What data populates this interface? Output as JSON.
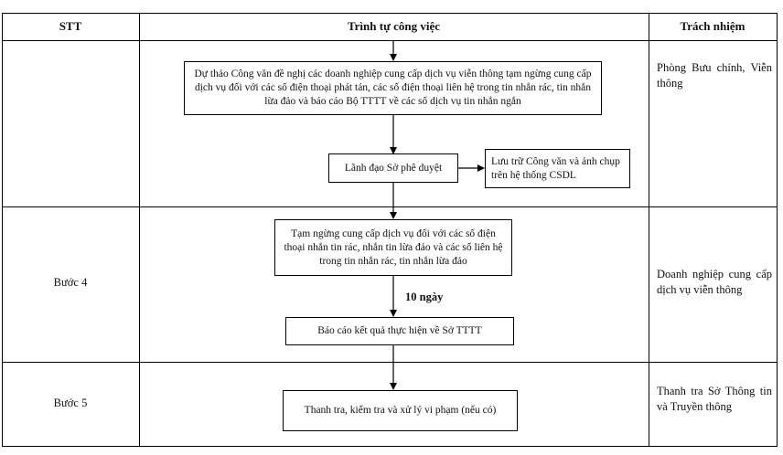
{
  "header": {
    "stt": "STT",
    "process": "Trình tự công việc",
    "responsibility": "Trách nhiệm"
  },
  "rows": [
    {
      "step": "",
      "boxes": {
        "draft": "Dự thảo Công văn đề nghị các doanh nghiệp cung cấp dịch vụ viễn thông tạm ngừng cung cấp dịch vụ đối với các số điện thoại phát tán, các số điện thoại liên hệ trong tin nhắn rác, tin nhắn lừa đảo và báo cáo Bộ TTTT về các số dịch vụ tin nhắn ngắn",
        "approve": "Lãnh đạo Sở phê duyệt",
        "archive": "Lưu trữ Công văn và ảnh chụp trên hệ thống CSDL"
      },
      "responsibility": "Phòng Bưu chính, Viễn thông"
    },
    {
      "step": "Bước 4",
      "boxes": {
        "suspend": "Tạm ngừng cung cấp dịch vụ đối với các số điện thoại nhắn tin rác, nhắn tin lừa đảo và các số liên hệ trong tin nhắn rác, tin nhắn lừa đảo",
        "days": "10 ngày",
        "report": "Báo cáo kết quả thực hiện về Sở TTTT"
      },
      "responsibility": "Doanh nghiệp cung cấp dịch vụ viễn thông"
    },
    {
      "step": "Bước 5",
      "boxes": {
        "inspect": "Thanh tra, kiểm tra và xử lý vi phạm (nếu có)"
      },
      "responsibility": "Thanh tra Sở Thông tin và Truyền thông"
    }
  ]
}
